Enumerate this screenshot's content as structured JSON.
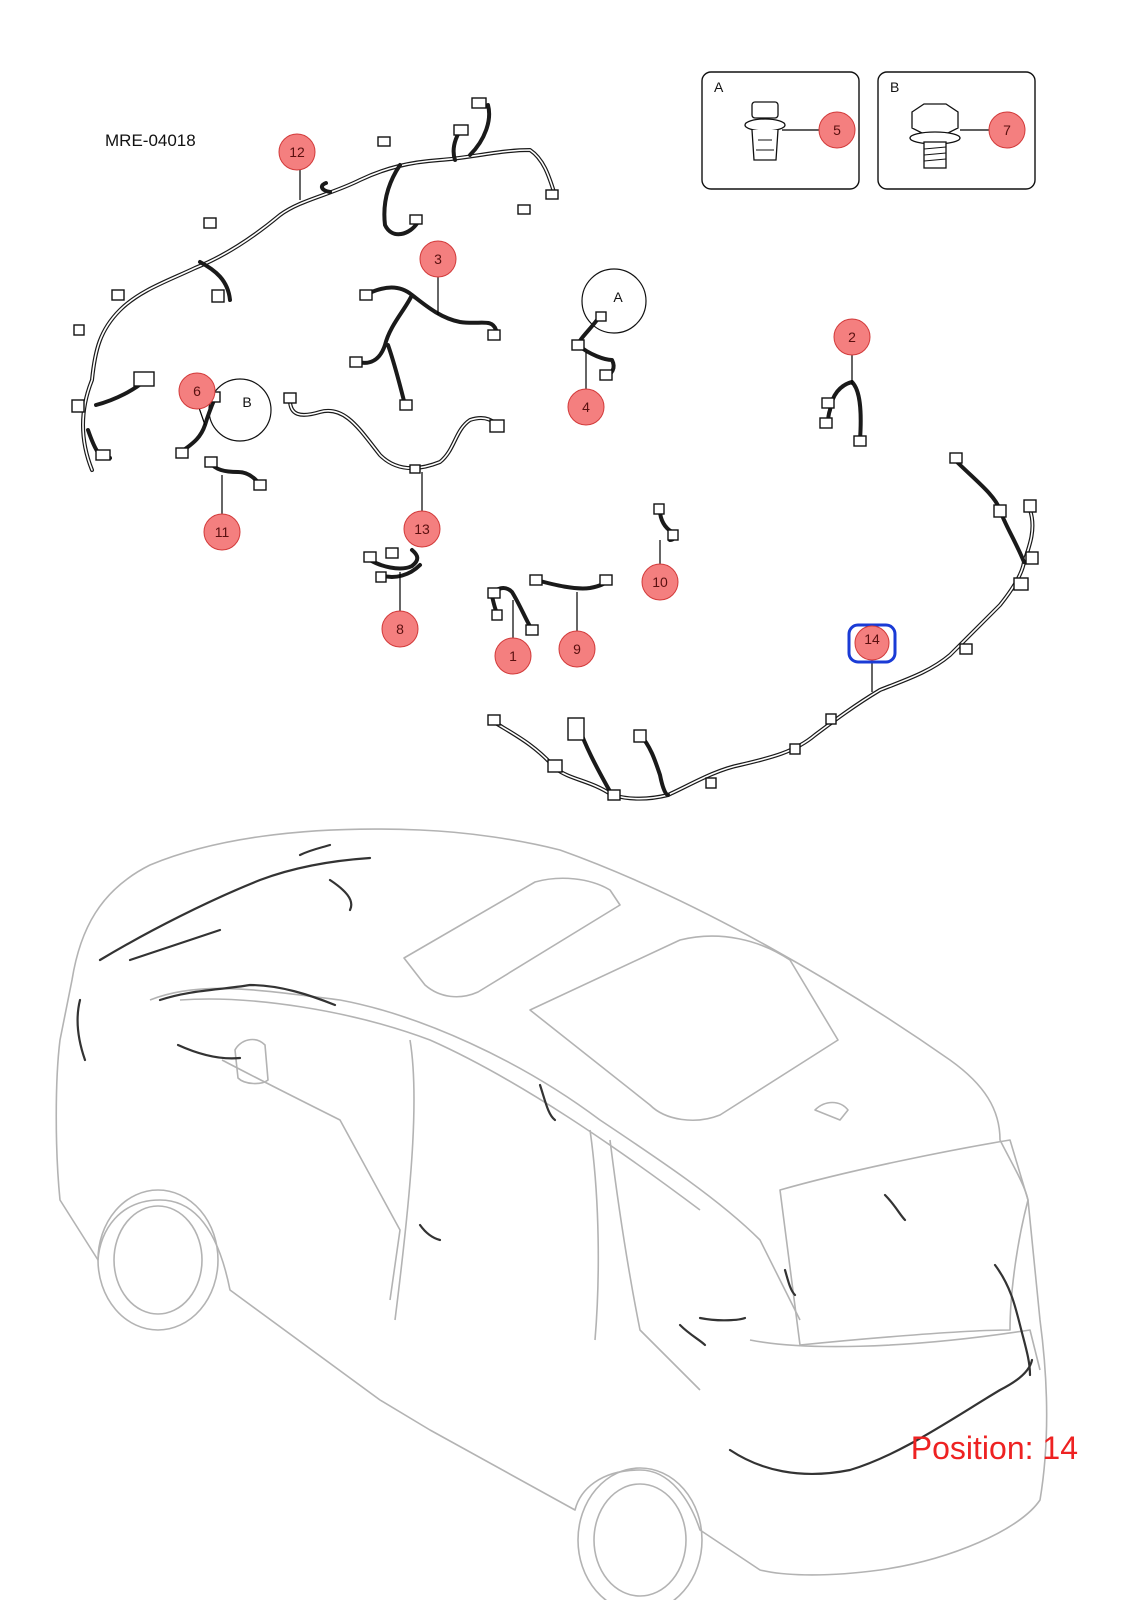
{
  "drawing_id": "MRE-04018",
  "position_label": "Position: 14",
  "selected_callout": "14",
  "colors": {
    "callout_fill": "#f47f7f",
    "callout_stroke": "#d23a3a",
    "highlight": "#1a3bd6",
    "position_text": "#ee2222"
  },
  "detail_views": [
    {
      "letter": "A",
      "callout": "5"
    },
    {
      "letter": "B",
      "callout": "7"
    }
  ],
  "reference_markers": [
    {
      "letter": "A"
    },
    {
      "letter": "B"
    }
  ],
  "callouts": [
    "1",
    "2",
    "3",
    "4",
    "5",
    "6",
    "7",
    "8",
    "9",
    "10",
    "11",
    "12",
    "13",
    "14"
  ]
}
